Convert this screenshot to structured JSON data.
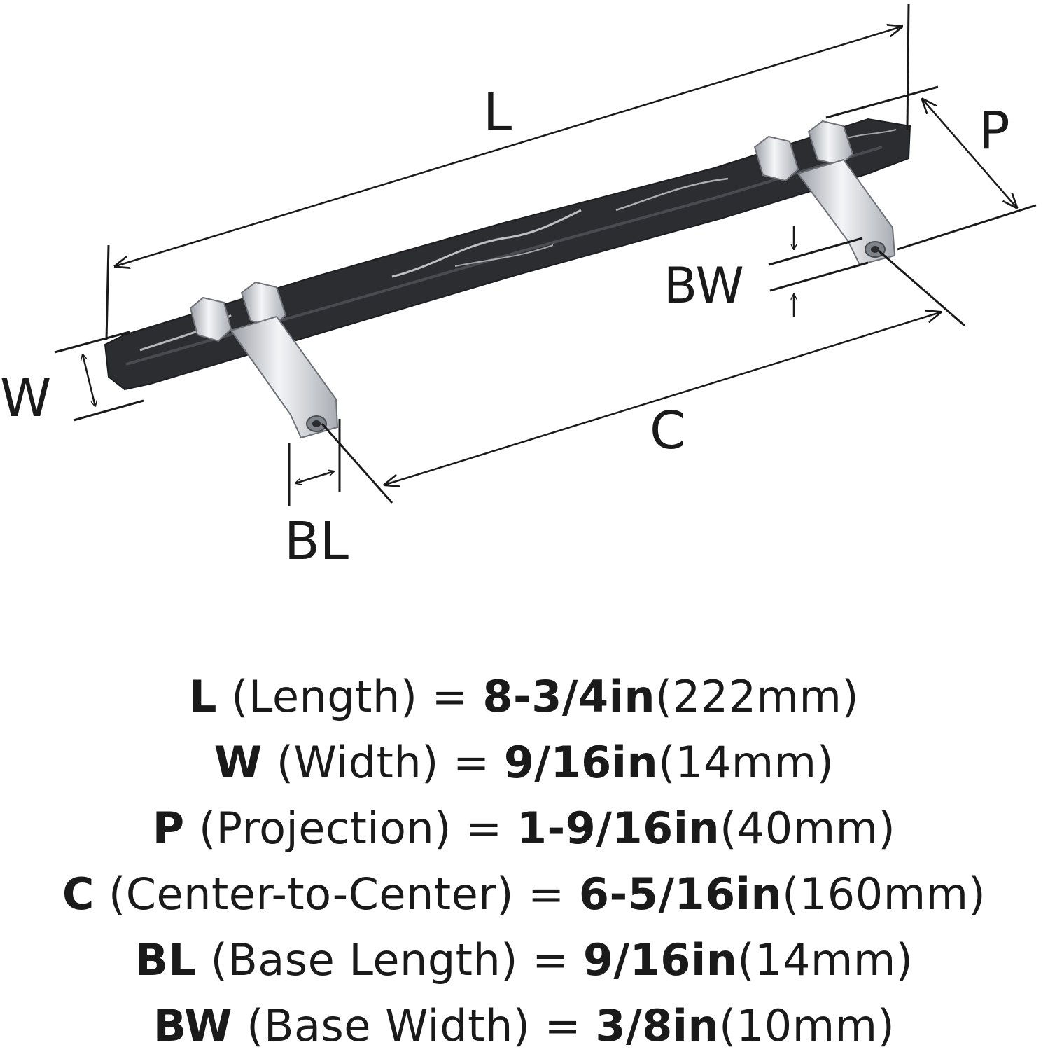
{
  "diagram": {
    "labels": {
      "L": "L",
      "P": "P",
      "W": "W",
      "C": "C",
      "BL": "BL",
      "BW": "BW"
    },
    "colors": {
      "bar": "#2b2d31",
      "bar_vein": "#d9dade",
      "chrome": "#c9ccd1",
      "chrome_dark": "#8a8e94",
      "line": "#1a1a1a"
    }
  },
  "specs": [
    {
      "key": "L",
      "desc": "(Length)",
      "eq": "=",
      "imperial": "8-3/4in",
      "metric": "(222mm)"
    },
    {
      "key": "W",
      "desc": "(Width)",
      "eq": "=",
      "imperial": "9/16in",
      "metric": "(14mm)"
    },
    {
      "key": "P",
      "desc": "(Projection)",
      "eq": "=",
      "imperial": "1-9/16in",
      "metric": "(40mm)"
    },
    {
      "key": "C",
      "desc": "(Center-to-Center)",
      "eq": "=",
      "imperial": "6-5/16in",
      "metric": "(160mm)"
    },
    {
      "key": "BL",
      "desc": "(Base Length)",
      "eq": "=",
      "imperial": "9/16in",
      "metric": "(14mm)"
    },
    {
      "key": "BW",
      "desc": "(Base Width)",
      "eq": "=",
      "imperial": "3/8in",
      "metric": "(10mm)"
    }
  ]
}
